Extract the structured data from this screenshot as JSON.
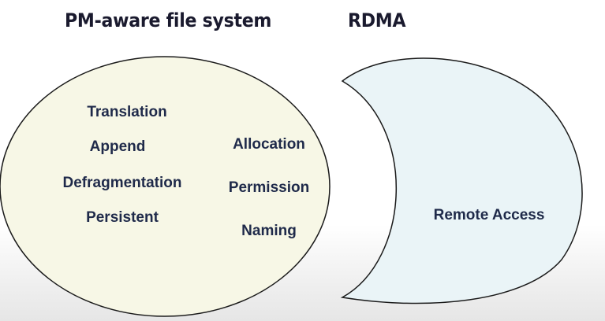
{
  "titles": {
    "left": "PM-aware file system",
    "right": "RDMA"
  },
  "left_items": [
    "Translation",
    "Append",
    "Defragmentation",
    "Persistent",
    "Allocation",
    "Permission",
    "Naming"
  ],
  "right_items": [
    "Remote Access"
  ],
  "colors": {
    "left_fill": "#f7f7e6",
    "right_fill": "#eaf4f7",
    "outline": "#1a1a1a",
    "text": "#1f2a4a"
  }
}
